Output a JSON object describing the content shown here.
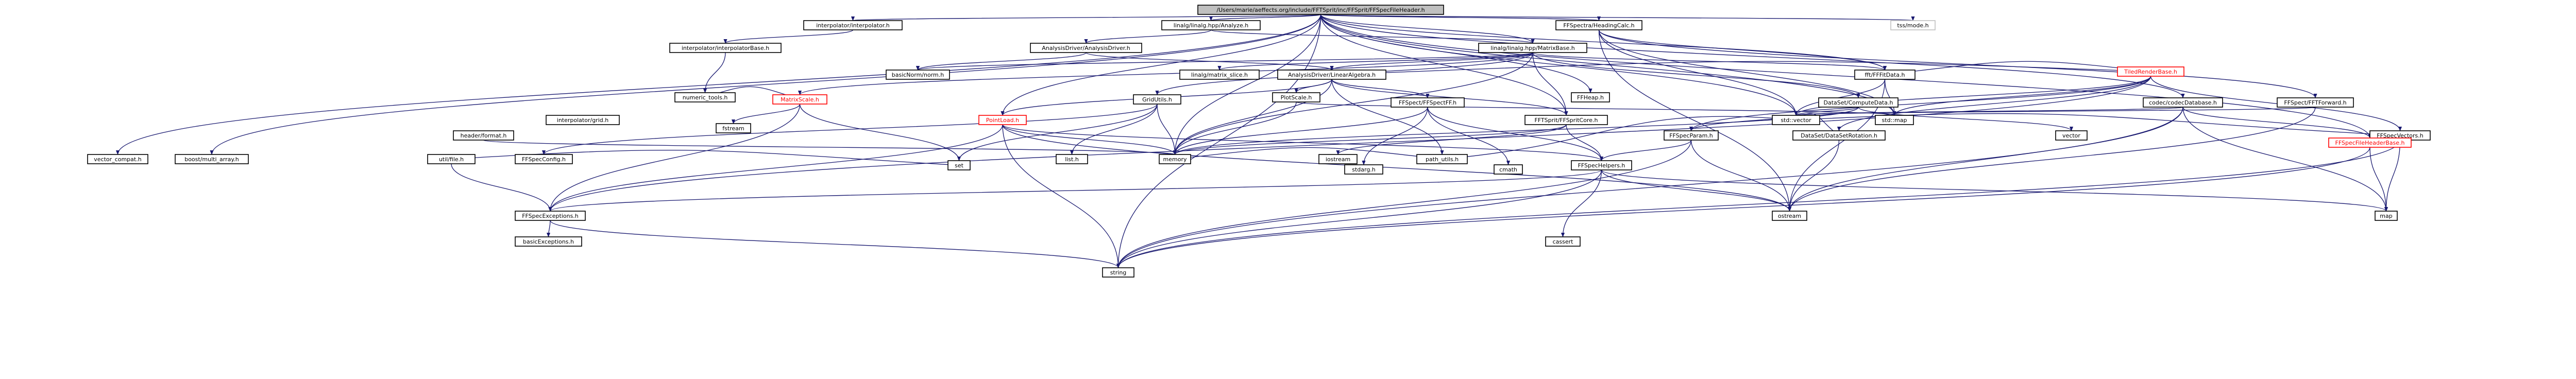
{
  "colors": {
    "node_border": "#000000",
    "node_fill": "#ffffff",
    "root_fill": "#bfbfbf",
    "root_border": "#000000",
    "edge": "#191970",
    "link_text": "#000000",
    "warning_border": "#ff0000",
    "warning_text": "#ff0000",
    "external_border": "#bfbfbf"
  },
  "nodes": [
    {
      "id": "root",
      "label": "/Users/marie/aeffects.org/include/FFTSprit/inc/FFSprit/FFSpecFileHeader.h",
      "kind": "root"
    },
    {
      "id": "tss",
      "label": "tss/mode.h",
      "kind": "external"
    },
    {
      "id": "interpolator",
      "label": "interpolator/interpolator.h",
      "kind": "normal"
    },
    {
      "id": "linalg_analyzer",
      "label": "linalg/linalg.hpp/Analyze.h",
      "kind": "normal"
    },
    {
      "id": "ff_spec_heading",
      "label": "FFSpectra/HeadingCalc.h",
      "kind": "normal"
    },
    {
      "id": "interp_base",
      "label": "interpolator/interpolatorBase.h",
      "kind": "normal"
    },
    {
      "id": "analysis_driver",
      "label": "AnalysisDriver/AnalysisDriver.h",
      "kind": "normal"
    },
    {
      "id": "linalg_matrix",
      "label": "linalg/linalg.hpp/MatrixBase.h",
      "kind": "normal"
    },
    {
      "id": "ff_fitdata",
      "label": "fft/FFFitData.h",
      "kind": "normal"
    },
    {
      "id": "basic_norm",
      "label": "basicNorm/norm.h",
      "kind": "normal"
    },
    {
      "id": "analysis_linear",
      "label": "AnalysisDriver/LinearAlgebra.h",
      "kind": "normal"
    },
    {
      "id": "linalg_matrix_slice",
      "label": "linalg/matrix_slice.h",
      "kind": "normal"
    },
    {
      "id": "numeric_tools",
      "label": "numeric_tools.h",
      "kind": "normal"
    },
    {
      "id": "header_codec",
      "label": "codec/codecDatabase.h",
      "kind": "normal"
    },
    {
      "id": "fftfwd_cl",
      "label": "FFSpect/FFTForward.h",
      "kind": "normal"
    },
    {
      "id": "ff_heap",
      "label": "FFHeap.h",
      "kind": "normal"
    },
    {
      "id": "matrix_scale",
      "label": "MatrixScale.h",
      "kind": "warning"
    },
    {
      "id": "point_load",
      "label": "PointLoad.h",
      "kind": "warning"
    },
    {
      "id": "std_vector",
      "label": "std::vector",
      "kind": "normal"
    },
    {
      "id": "std_map",
      "label": "std::map",
      "kind": "normal"
    },
    {
      "id": "ff_spec_ff",
      "label": "FFSpect/FFSpectFF.h",
      "kind": "normal"
    },
    {
      "id": "dataset_compute",
      "label": "DataSet/ComputeData.h",
      "kind": "normal"
    },
    {
      "id": "fftsprit_core",
      "label": "FFTSprit/FFSpritCore.h",
      "kind": "normal"
    },
    {
      "id": "grid_utils",
      "label": "GridUtils.h",
      "kind": "normal"
    },
    {
      "id": "plot_scale",
      "label": "PlotScale.h",
      "kind": "normal"
    },
    {
      "id": "interpolator_grid",
      "label": "interpolator/grid.h",
      "kind": "normal"
    },
    {
      "id": "ffspec_param",
      "label": "FFSpecParam.h",
      "kind": "normal"
    },
    {
      "id": "ffspec_vectors",
      "label": "FFSpecVectors.h",
      "kind": "normal"
    },
    {
      "id": "dataset_rotate",
      "label": "DataSet/DataSetRotation.h",
      "kind": "normal"
    },
    {
      "id": "tiled_render",
      "label": "TiledRenderBase.h",
      "kind": "warning"
    },
    {
      "id": "ff_file_header",
      "label": "FFSpecFileHeaderBase.h",
      "kind": "warning"
    },
    {
      "id": "header_format",
      "label": "header/format.h",
      "kind": "normal"
    },
    {
      "id": "util_file",
      "label": "util/file.h",
      "kind": "normal"
    },
    {
      "id": "std_memory",
      "label": "memory",
      "kind": "normal"
    },
    {
      "id": "std_iostream",
      "label": "iostream",
      "kind": "normal"
    },
    {
      "id": "path_utils",
      "label": "path_utils.h",
      "kind": "normal"
    },
    {
      "id": "ff_helpers",
      "label": "FFSpecHelpers.h",
      "kind": "normal"
    },
    {
      "id": "list_h",
      "label": "list.h",
      "kind": "normal"
    },
    {
      "id": "std_utility",
      "label": "vector",
      "kind": "normal"
    },
    {
      "id": "fstream",
      "label": "fstream",
      "kind": "normal"
    },
    {
      "id": "ff_exceptions",
      "label": "FFSpecExceptions.h",
      "kind": "normal"
    },
    {
      "id": "std_ostream",
      "label": "ostream",
      "kind": "normal"
    },
    {
      "id": "std_map2",
      "label": "map",
      "kind": "normal"
    },
    {
      "id": "cassert",
      "label": "cassert",
      "kind": "normal"
    },
    {
      "id": "basic_exceptions",
      "label": "basicExceptions.h",
      "kind": "normal"
    },
    {
      "id": "std_string",
      "label": "string",
      "kind": "normal"
    },
    {
      "id": "set_h",
      "label": "set",
      "kind": "normal"
    },
    {
      "id": "ff_config",
      "label": "FFSpecConfig.h",
      "kind": "normal"
    },
    {
      "id": "stdarg",
      "label": "stdarg.h",
      "kind": "normal"
    },
    {
      "id": "cmath",
      "label": "cmath",
      "kind": "normal"
    },
    {
      "id": "vector_compat",
      "label": "vector_compat.h",
      "kind": "normal"
    },
    {
      "id": "bool_vec",
      "label": "boost/multi_array.h",
      "kind": "normal"
    }
  ],
  "edges": [
    [
      "root",
      "tss"
    ],
    [
      "root",
      "interpolator"
    ],
    [
      "root",
      "linalg_analyzer"
    ],
    [
      "root",
      "ff_spec_heading"
    ],
    [
      "root",
      "linalg_matrix"
    ],
    [
      "root",
      "header_codec"
    ],
    [
      "root",
      "ff_fitdata"
    ],
    [
      "root",
      "std_string"
    ],
    [
      "root",
      "std_vector"
    ],
    [
      "root",
      "std_map"
    ],
    [
      "root",
      "point_load"
    ],
    [
      "root",
      "ff_heap"
    ],
    [
      "root",
      "bool_vec"
    ],
    [
      "root",
      "vector_compat"
    ],
    [
      "root",
      "std_memory"
    ],
    [
      "root",
      "ff_file_header"
    ],
    [
      "root",
      "fftsprit_core"
    ],
    [
      "interpolator",
      "interp_base"
    ],
    [
      "interp_base",
      "numeric_tools"
    ],
    [
      "linalg_analyzer",
      "analysis_driver"
    ],
    [
      "linalg_analyzer",
      "linalg_matrix"
    ],
    [
      "analysis_driver",
      "basic_norm"
    ],
    [
      "analysis_driver",
      "analysis_linear"
    ],
    [
      "linalg_matrix",
      "basic_norm"
    ],
    [
      "linalg_matrix",
      "linalg_matrix_slice"
    ],
    [
      "linalg_matrix",
      "analysis_linear"
    ],
    [
      "linalg_matrix",
      "ff_fitdata"
    ],
    [
      "linalg_matrix",
      "matrix_scale"
    ],
    [
      "linalg_matrix",
      "grid_utils"
    ],
    [
      "linalg_matrix",
      "dataset_compute"
    ],
    [
      "linalg_matrix",
      "fftsprit_core"
    ],
    [
      "linalg_matrix",
      "std_memory"
    ],
    [
      "analysis_linear",
      "tiled_render"
    ],
    [
      "analysis_linear",
      "plot_scale"
    ],
    [
      "analysis_linear",
      "fftsprit_core"
    ],
    [
      "analysis_linear",
      "ff_spec_ff"
    ],
    [
      "analysis_linear",
      "point_load"
    ],
    [
      "analysis_linear",
      "std_memory"
    ],
    [
      "analysis_linear",
      "path_utils"
    ],
    [
      "ff_fitdata",
      "tiled_render"
    ],
    [
      "ff_fitdata",
      "std_vector"
    ],
    [
      "ff_fitdata",
      "std_map"
    ],
    [
      "ff_fitdata",
      "std_ostream"
    ],
    [
      "ff_spec_heading",
      "ff_fitdata"
    ],
    [
      "ff_spec_heading",
      "std_vector"
    ],
    [
      "ff_spec_heading",
      "std_ostream"
    ],
    [
      "ff_spec_heading",
      "std_map"
    ],
    [
      "ff_spec_heading",
      "fftfwd_cl"
    ],
    [
      "tiled_render",
      "ffspec_param"
    ],
    [
      "tiled_render",
      "ffspec_vectors"
    ],
    [
      "tiled_render",
      "dataset_rotate"
    ],
    [
      "tiled_render",
      "std_vector"
    ],
    [
      "tiled_render",
      "std_map"
    ],
    [
      "tiled_render",
      "ff_exceptions"
    ],
    [
      "dataset_compute",
      "std_memory"
    ],
    [
      "dataset_compute",
      "ffspec_param"
    ],
    [
      "dataset_compute",
      "std_vector"
    ],
    [
      "dataset_compute",
      "std_utility"
    ],
    [
      "matrix_scale",
      "numeric_tools"
    ],
    [
      "matrix_scale",
      "fstream"
    ],
    [
      "matrix_scale",
      "set_h"
    ],
    [
      "matrix_scale",
      "ff_exceptions"
    ],
    [
      "grid_utils",
      "std_memory"
    ],
    [
      "grid_utils",
      "ff_config"
    ],
    [
      "grid_utils",
      "list_h"
    ],
    [
      "grid_utils",
      "set_h"
    ],
    [
      "point_load",
      "ff_helpers"
    ],
    [
      "point_load",
      "std_memory"
    ],
    [
      "point_load",
      "ff_exceptions"
    ],
    [
      "point_load",
      "std_string"
    ],
    [
      "point_load",
      "std_ostream"
    ],
    [
      "ff_spec_ff",
      "std_memory"
    ],
    [
      "ff_spec_ff",
      "cmath"
    ],
    [
      "ff_spec_ff",
      "stdarg"
    ],
    [
      "ff_spec_ff",
      "ff_helpers"
    ],
    [
      "ffspec_param",
      "ff_helpers"
    ],
    [
      "ffspec_param",
      "std_ostream"
    ],
    [
      "ffspec_param",
      "std_string"
    ],
    [
      "ffspec_vectors",
      "std_vector"
    ],
    [
      "ffspec_vectors",
      "std_string"
    ],
    [
      "ffspec_vectors",
      "std_map2"
    ],
    [
      "dataset_rotate",
      "std_vector"
    ],
    [
      "dataset_rotate",
      "std_ostream"
    ],
    [
      "header_codec",
      "std_map2"
    ],
    [
      "header_codec",
      "std_vector"
    ],
    [
      "header_codec",
      "std_string"
    ],
    [
      "header_codec",
      "ff_file_header"
    ],
    [
      "header_codec",
      "std_ostream"
    ],
    [
      "ff_file_header",
      "std_map2"
    ],
    [
      "ff_file_header",
      "std_string"
    ],
    [
      "fftfwd_cl",
      "std_vector"
    ],
    [
      "fftfwd_cl",
      "std_ostream"
    ],
    [
      "ff_helpers",
      "ff_exceptions"
    ],
    [
      "ff_helpers",
      "cassert"
    ],
    [
      "ff_helpers",
      "std_map2"
    ],
    [
      "ff_helpers",
      "std_ostream"
    ],
    [
      "ff_helpers",
      "std_string"
    ],
    [
      "ff_exceptions",
      "basic_exceptions"
    ],
    [
      "ff_exceptions",
      "std_string"
    ],
    [
      "path_utils",
      "std_memory"
    ],
    [
      "path_utils",
      "std_vector"
    ],
    [
      "fftsprit_core",
      "std_memory"
    ],
    [
      "fftsprit_core",
      "ff_helpers"
    ],
    [
      "fftsprit_core",
      "std_iostream"
    ],
    [
      "plot_scale",
      "std_memory"
    ],
    [
      "plot_scale",
      "std_map"
    ],
    [
      "util_file",
      "ff_exceptions"
    ],
    [
      "util_file",
      "set_h"
    ],
    [
      "header_format",
      "std_memory"
    ]
  ]
}
